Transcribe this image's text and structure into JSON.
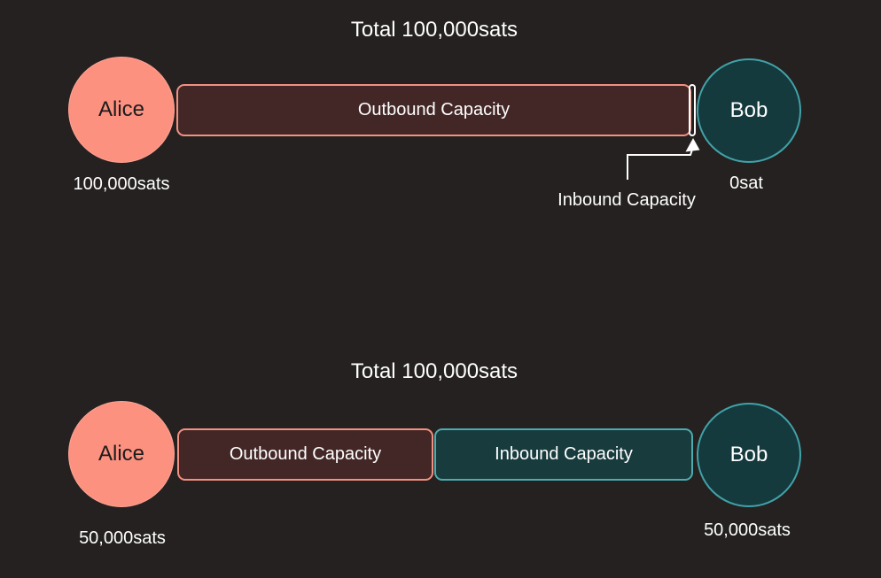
{
  "diagram1": {
    "title": "Total 100,000sats",
    "alice_label": "Alice",
    "alice_amount": "100,000sats",
    "bob_label": "Bob",
    "bob_amount": "0sat",
    "outbound_label": "Outbound Capacity",
    "inbound_pointer_label": "Inbound Capacity"
  },
  "diagram2": {
    "title": "Total 100,000sats",
    "alice_label": "Alice",
    "alice_amount": "50,000sats",
    "bob_label": "Bob",
    "bob_amount": "50,000sats",
    "outbound_label": "Outbound Capacity",
    "inbound_label": "Inbound Capacity"
  },
  "colors": {
    "background": "#242120",
    "alice_fill": "#FC9180",
    "alice_border": "#FFA394",
    "bob_fill": "#143A3E",
    "bob_border": "#41A2A8",
    "outbound_fill": "#432726",
    "outbound_border": "#F29181",
    "inbound_fill": "#183B3E",
    "inbound_border": "#4EABAE",
    "zero_sliver_border": "#FFFFFF",
    "arrow": "#FFFFFF",
    "text_light": "#FFFFFF",
    "text_dark": "#1C1C1C"
  }
}
